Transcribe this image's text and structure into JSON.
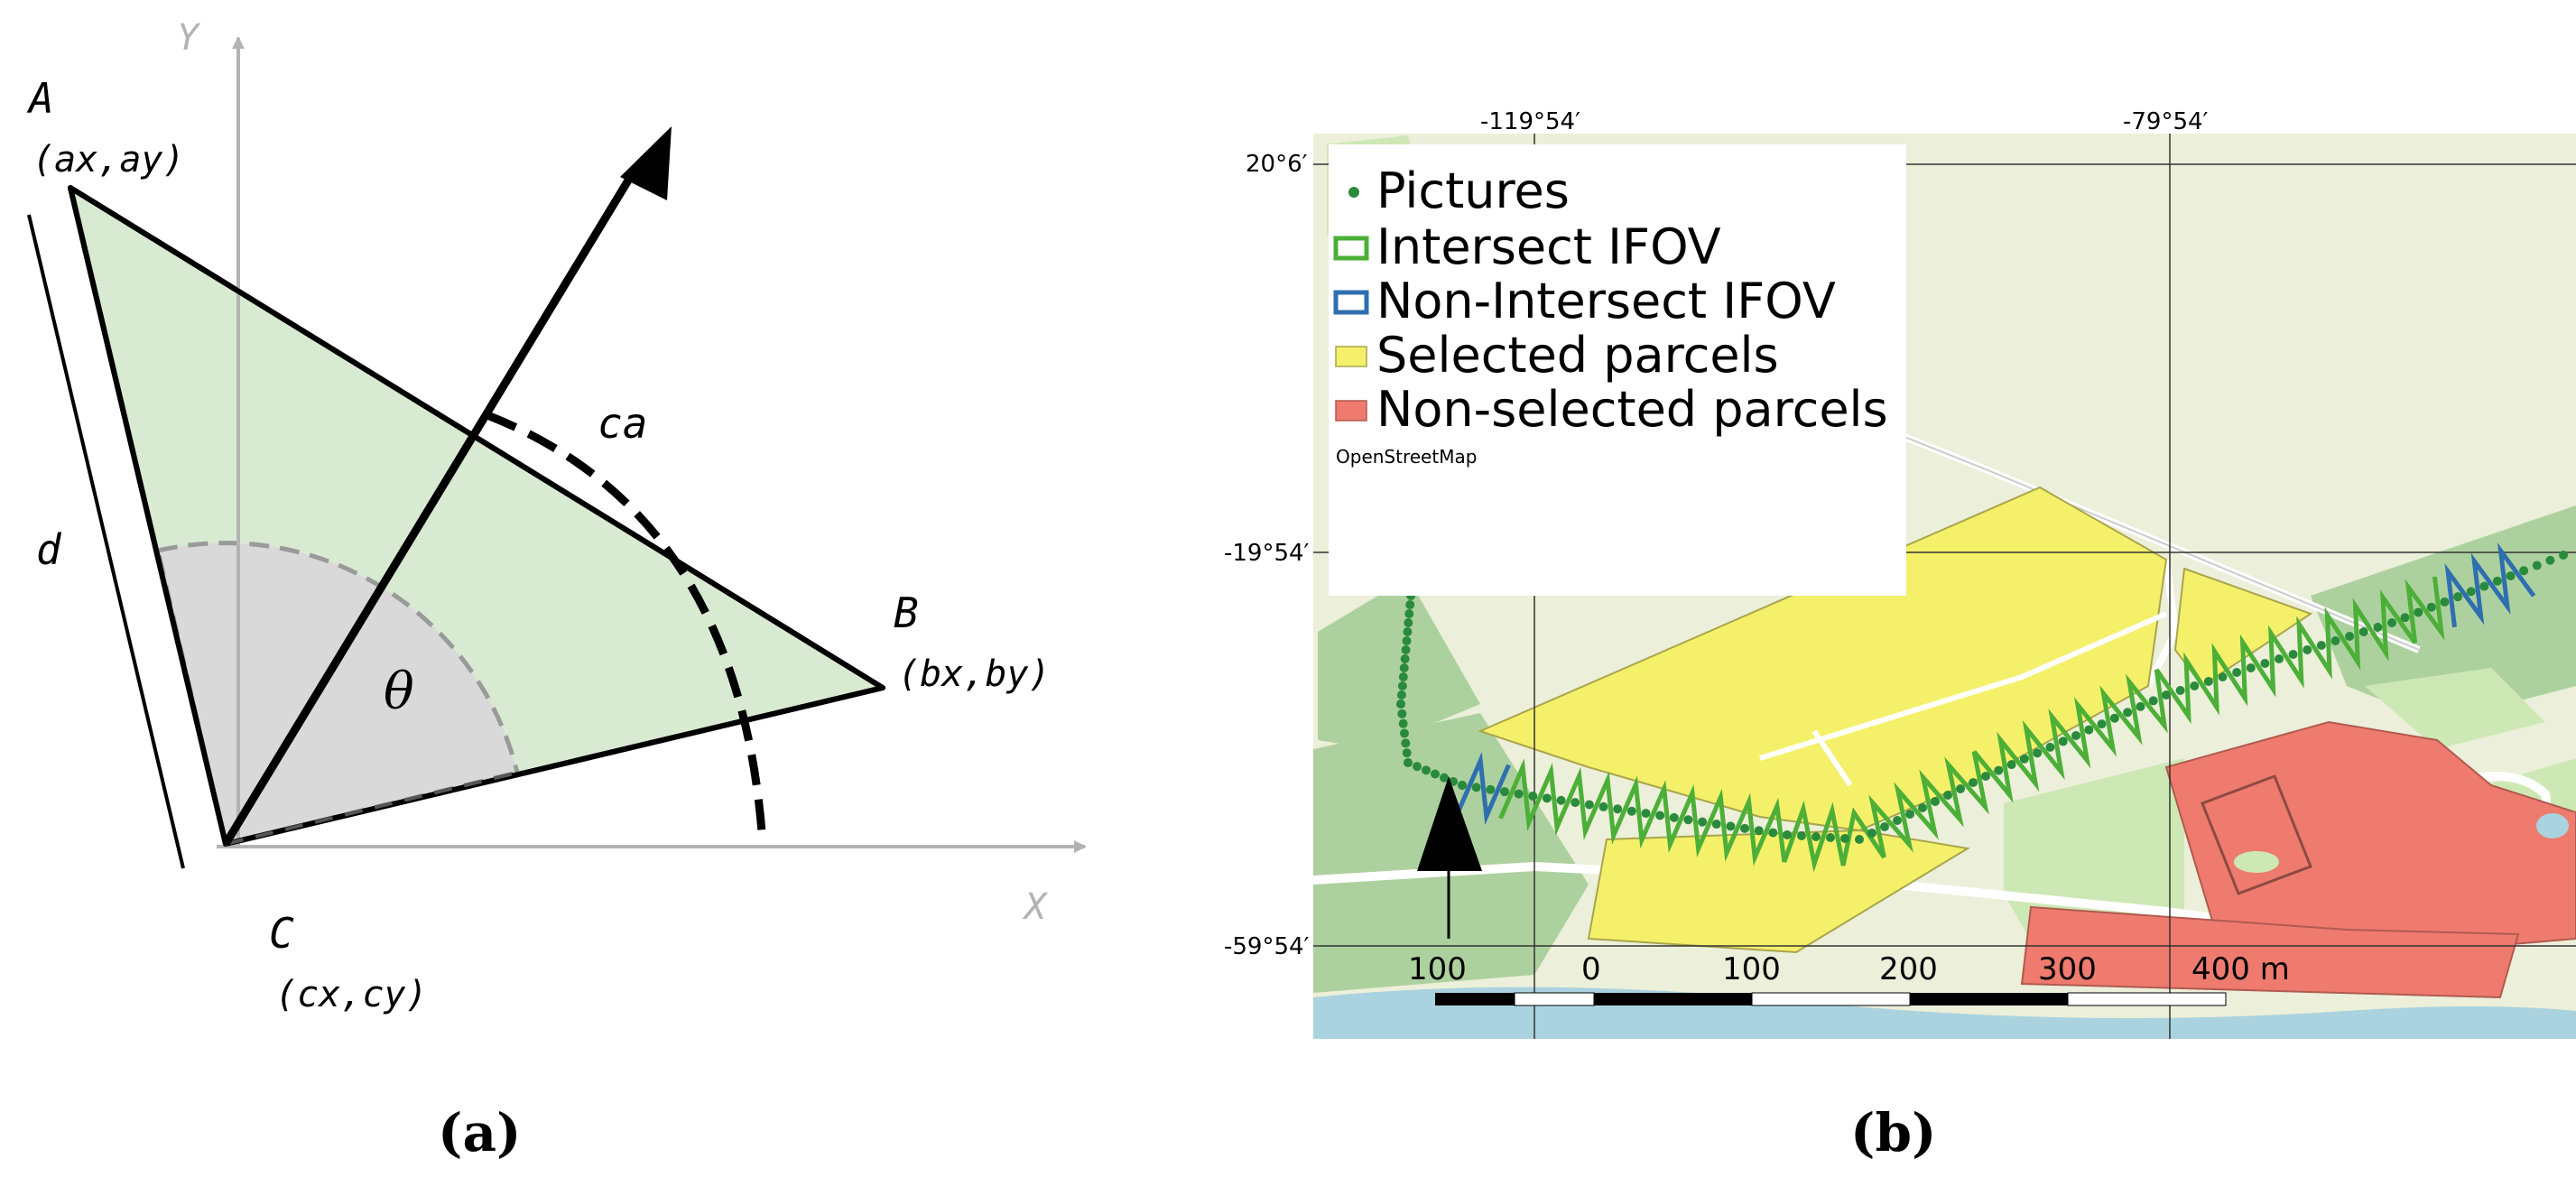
{
  "panel_a": {
    "caption": "(a)",
    "axis_x": "X",
    "axis_y": "Y",
    "point_a": "A",
    "point_a_coords": "(ax,ay)",
    "point_b": "B",
    "point_b_coords": "(bx,by)",
    "point_c": "C",
    "point_c_coords": "(cx,cy)",
    "label_d": "d",
    "label_ca": "ca",
    "label_theta": "θ",
    "colors": {
      "triangle_fill": "#d8ead2",
      "sector_fill": "#d9d9d9",
      "axis": "#b3b3b3"
    }
  },
  "panel_b": {
    "caption": "(b)",
    "coord_labels": {
      "top_left": "-119°54′",
      "top_right": "-79°54′",
      "left_top": "20°6′",
      "left_mid": "-19°54′",
      "left_bottom": "-59°54′"
    },
    "legend": {
      "items": [
        {
          "label": "Pictures",
          "icon": "green-dot-icon",
          "color": "#2a8a3c"
        },
        {
          "label": "Intersect IFOV",
          "icon": "green-rect-outline-icon",
          "color": "#4caf38"
        },
        {
          "label": "Non-Intersect IFOV",
          "icon": "blue-rect-outline-icon",
          "color": "#2f6fb0"
        },
        {
          "label": "Selected parcels",
          "icon": "yellow-rect-icon",
          "color": "#f5f06a"
        },
        {
          "label": "Non-selected parcels",
          "icon": "red-rect-icon",
          "color": "#ee7b6e"
        }
      ],
      "attribution": "OpenStreetMap"
    },
    "scale_bar": {
      "labels": [
        "100",
        "0",
        "100",
        "200",
        "300",
        "400 m"
      ]
    },
    "north_arrow": "north-arrow-icon",
    "colors": {
      "map_background": "#ecefd9",
      "vegetation": "#cde8b5",
      "forest": "#add19e",
      "water": "#aad3df",
      "selected": "#f5f06a",
      "non_selected": "#ee7b6e"
    }
  }
}
